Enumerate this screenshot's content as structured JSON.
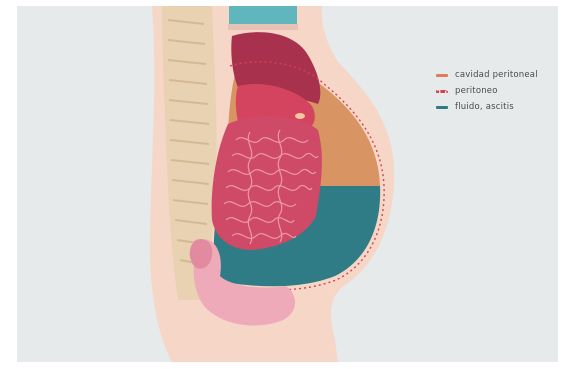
{
  "legend": {
    "items": [
      {
        "label": "cavidad peritoneal",
        "color": "#e07a5a",
        "style": "solid"
      },
      {
        "label": "peritoneo",
        "color": "#d2434f",
        "style": "dotted"
      },
      {
        "label": "fluido, ascitis",
        "color": "#2f7c86",
        "style": "solid"
      }
    ]
  },
  "colors": {
    "background": "#e6eaeb",
    "skin": "#f6d6c7",
    "spine": "#e8d2b2",
    "cavity": "#d89463",
    "fluid": "#2f7c86",
    "intestine": "#cf4a66",
    "liver": "#a8324e",
    "lung": "#5fb6bd"
  }
}
